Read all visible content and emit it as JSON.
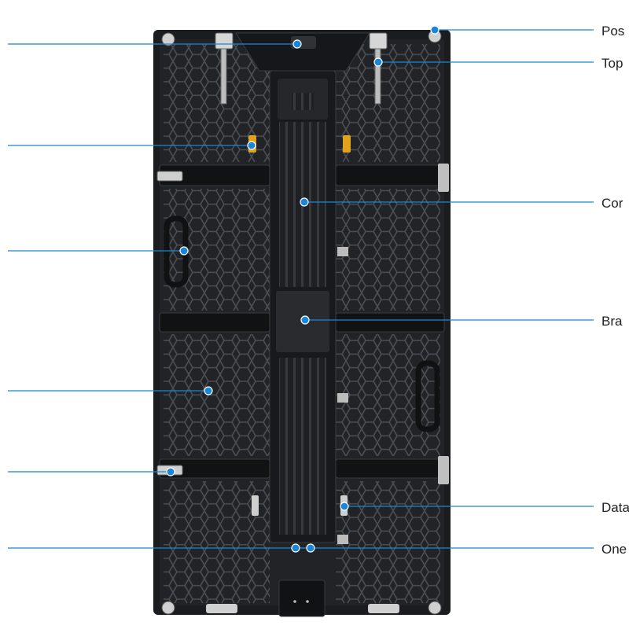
{
  "colors": {
    "leader": "#1a86d8",
    "frame": "#1b1c1f",
    "panel": "#26282c",
    "hex": "#4a4d53",
    "metal": "#c8c8c8",
    "latch": "#e0a21a",
    "label": "#222222"
  },
  "callouts": {
    "right": [
      {
        "text": "Pos"
      },
      {
        "text": "Top"
      },
      {
        "text": "Cor"
      },
      {
        "text": "Bra"
      },
      {
        "text": "Data"
      },
      {
        "text": "One"
      }
    ]
  }
}
